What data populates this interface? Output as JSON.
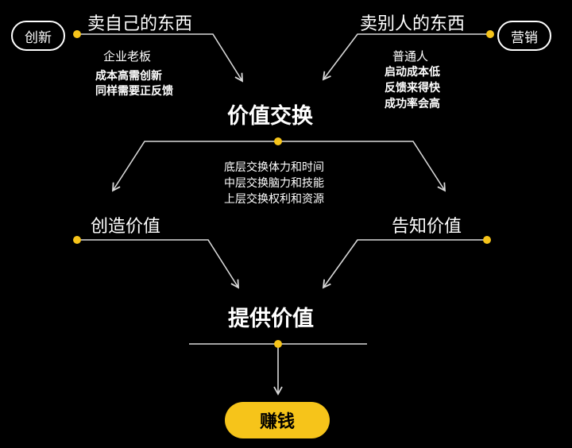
{
  "colors": {
    "accent": "#f6c41a",
    "line": "#d9d9d9",
    "background": "#000000"
  },
  "top_left": {
    "title": "卖自己的东西",
    "tag": "创新",
    "label": "企业老板",
    "lines": [
      "成本高需创新",
      "同样需要正反馈"
    ]
  },
  "top_right": {
    "title": "卖别人的东西",
    "tag": "营销",
    "label": "普通人",
    "lines": [
      "启动成本低",
      "反馈来得快",
      "成功率会高"
    ]
  },
  "center": {
    "title": "价值交换",
    "lines": [
      "底层交换体力和时间",
      "中层交换脑力和技能",
      "上层交换权利和资源"
    ]
  },
  "middle_left": {
    "title": "创造价值"
  },
  "middle_right": {
    "title": "告知价值"
  },
  "provide": {
    "title": "提供价值"
  },
  "result": {
    "label": "赚钱"
  }
}
